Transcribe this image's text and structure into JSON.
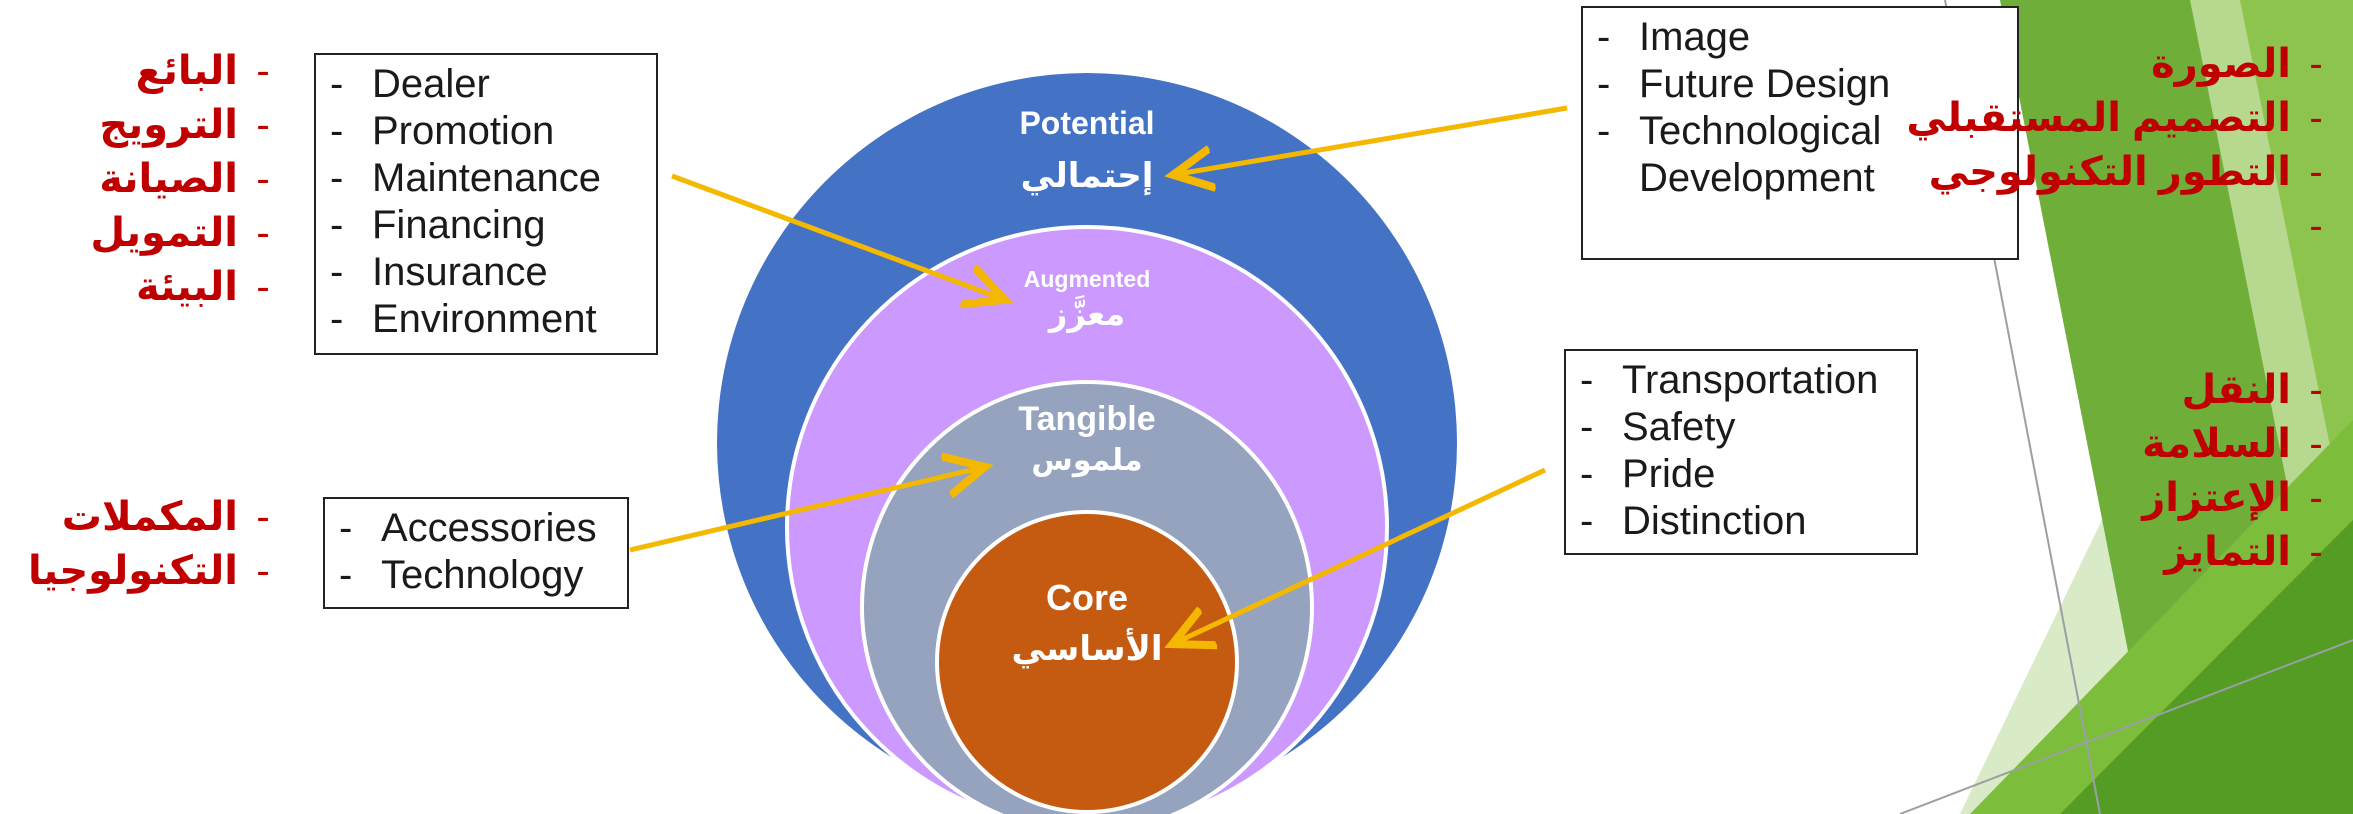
{
  "layers": [
    {
      "en": "Potential",
      "ar": "إحتمالي",
      "color": "#4472c4"
    },
    {
      "en": "Augmented",
      "ar": "معزَّز",
      "color": "#cc99ff"
    },
    {
      "en": "Tangible",
      "ar": "ملموس",
      "color": "#95a3be"
    },
    {
      "en": "Core",
      "ar": "الأساسي",
      "color": "#c55a11"
    }
  ],
  "boxes": {
    "augmented": [
      "Dealer",
      "Promotion",
      "Maintenance",
      "Financing",
      "Insurance",
      "Environment"
    ],
    "tangible": [
      "Accessories",
      "Technology"
    ],
    "potential": [
      "Image",
      "Future Design",
      "Technological",
      "Development"
    ],
    "core": [
      "Transportation",
      "Safety",
      "Pride",
      "Distinction"
    ]
  },
  "arabic": {
    "left_top": [
      "البائع",
      "الترويج",
      "الصيانة",
      "التمويل",
      "البيئة"
    ],
    "left_bottom": [
      "المكملات",
      "التكنولوجيا"
    ],
    "right_top": [
      "الصورة",
      "التصميم المستقبلي",
      "التطور التكنولوجي"
    ],
    "right_bottom": [
      "النقل",
      "السلامة",
      "الإعتزاز",
      "التمايز"
    ]
  },
  "colors": {
    "arrow": "#f5b800",
    "arabic_text": "#c00000",
    "green_dark": "#5b9b2a",
    "green_light": "#a9d08e"
  }
}
